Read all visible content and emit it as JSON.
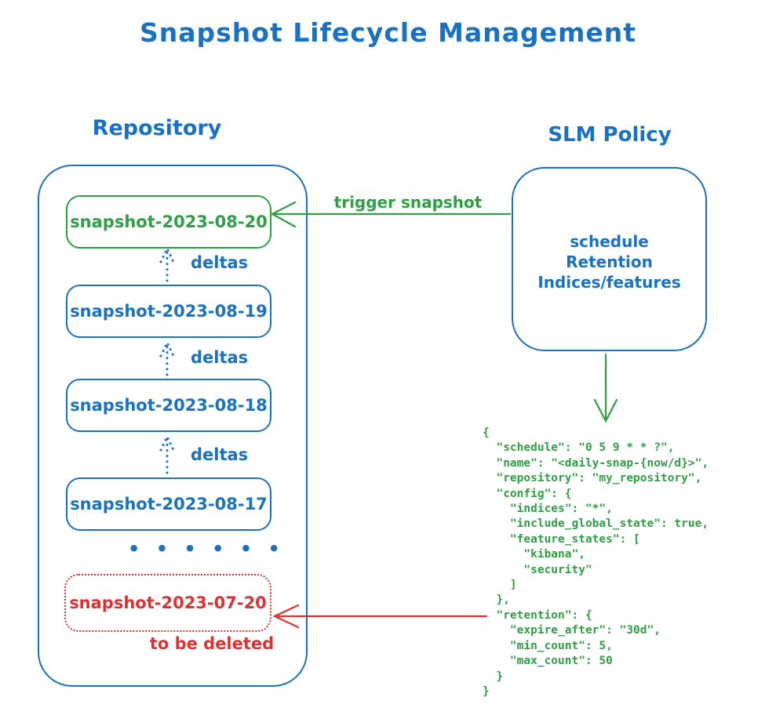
{
  "title": "Snapshot Lifecycle Management",
  "colors": {
    "blue": "#1971c2",
    "green": "#2f9e44",
    "red": "#e03131"
  },
  "repository": {
    "label": "Repository",
    "snapshots": [
      {
        "name": "snapshot-2023-08-20",
        "state": "latest"
      },
      {
        "name": "snapshot-2023-08-19",
        "state": "normal"
      },
      {
        "name": "snapshot-2023-08-18",
        "state": "normal"
      },
      {
        "name": "snapshot-2023-08-17",
        "state": "normal"
      }
    ],
    "delta_label": "deltas",
    "ellipsis": "• • • • • •",
    "expired_snapshot": {
      "name": "snapshot-2023-07-20",
      "note": "to be deleted"
    }
  },
  "slm_policy": {
    "label": "SLM Policy",
    "box_lines": {
      "line1": "schedule",
      "line2": "Retention",
      "line3": "Indices/features"
    }
  },
  "arrows": {
    "trigger_label": "trigger snapshot"
  },
  "policy_json": {
    "code": [
      "{",
      "  \"schedule\": \"0 5 9 * * ?\",",
      "  \"name\": \"<daily-snap-{now/d}>\",",
      "  \"repository\": \"my_repository\",",
      "  \"config\": {",
      "    \"indices\": \"*\",",
      "    \"include_global_state\": true,",
      "    \"feature_states\": [",
      "      \"kibana\",",
      "      \"security\"",
      "    ]",
      "  },",
      "  \"retention\": {",
      "    \"expire_after\": \"30d\",",
      "    \"min_count\": 5,",
      "    \"max_count\": 50",
      "  }",
      "}"
    ]
  }
}
